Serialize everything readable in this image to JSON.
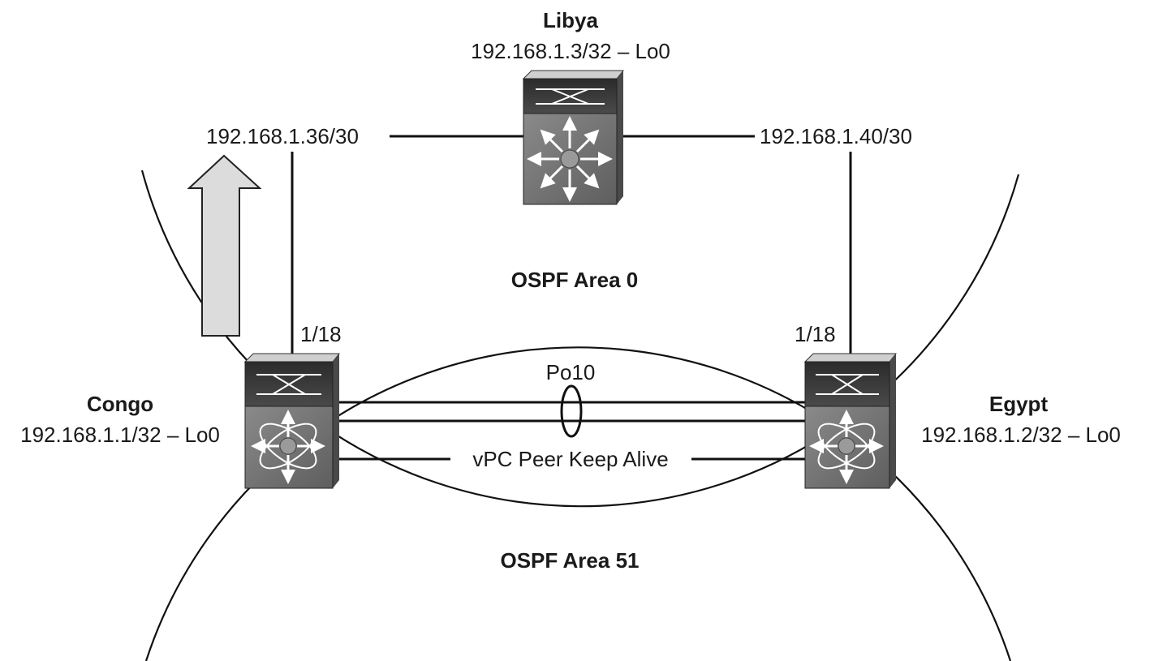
{
  "devices": {
    "libya": {
      "name": "Libya",
      "loopback": "192.168.1.3/32 – Lo0"
    },
    "congo": {
      "name": "Congo",
      "loopback": "192.168.1.1/32 – Lo0",
      "port": "1/18"
    },
    "egypt": {
      "name": "Egypt",
      "loopback": "192.168.1.2/32 – Lo0",
      "port": "1/18"
    }
  },
  "links": {
    "left_subnet": "192.168.1.36/30",
    "right_subnet": "192.168.1.40/30",
    "port_channel": "Po10",
    "keepalive": "vPC Peer Keep Alive"
  },
  "areas": {
    "backbone": "OSPF Area 0",
    "nssa": "OSPF Area 51"
  },
  "colors": {
    "device_top": "#3a3a3a",
    "device_body": "#7a7a7a",
    "arrow_fill": "#dcdcdc"
  }
}
